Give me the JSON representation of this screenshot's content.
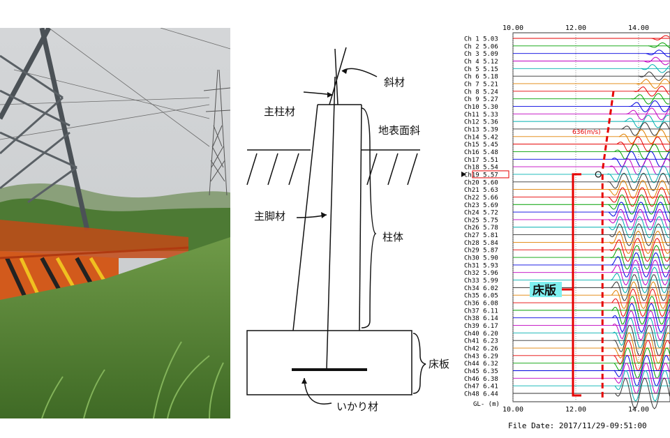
{
  "diagram": {
    "labels": {
      "diagonal": "斜材",
      "main_post": "主柱材",
      "ground_slope": "地表面斜",
      "main_leg": "主脚材",
      "column": "柱体",
      "slab": "床板",
      "anchor": "いかり材"
    }
  },
  "chart": {
    "file_date": "File Date: 2017/11/29-09:51:00",
    "gl_label": "GL- (m)",
    "velocity_label": "636(m/s)",
    "slab_label": "床版",
    "selected_channel": "Ch19",
    "colors": {
      "red": "#e60000",
      "cyan_label_bg": "#7ff0f0",
      "gridline": "#333333"
    }
  },
  "chart_data": {
    "type": "line",
    "x_ticks_top": [
      "10.00",
      "12.00",
      "14.00"
    ],
    "x_ticks_bottom": [
      "10.00",
      "12.00",
      "14.00"
    ],
    "xlim": [
      10.0,
      15.0
    ],
    "channels": [
      {
        "name": "Ch 1",
        "value": "5.03"
      },
      {
        "name": "Ch 2",
        "value": "5.06"
      },
      {
        "name": "Ch 3",
        "value": "5.09"
      },
      {
        "name": "Ch 4",
        "value": "5.12"
      },
      {
        "name": "Ch 5",
        "value": "5.15"
      },
      {
        "name": "Ch 6",
        "value": "5.18"
      },
      {
        "name": "Ch 7",
        "value": "5.21"
      },
      {
        "name": "Ch 8",
        "value": "5.24"
      },
      {
        "name": "Ch 9",
        "value": "5.27"
      },
      {
        "name": "Ch10",
        "value": "5.30"
      },
      {
        "name": "Ch11",
        "value": "5.33"
      },
      {
        "name": "Ch12",
        "value": "5.36"
      },
      {
        "name": "Ch13",
        "value": "5.39"
      },
      {
        "name": "Ch14",
        "value": "5.42"
      },
      {
        "name": "Ch15",
        "value": "5.45"
      },
      {
        "name": "Ch16",
        "value": "5.48"
      },
      {
        "name": "Ch17",
        "value": "5.51"
      },
      {
        "name": "Ch18",
        "value": "5.54"
      },
      {
        "name": "Ch19",
        "value": "5.57"
      },
      {
        "name": "Ch20",
        "value": "5.60"
      },
      {
        "name": "Ch21",
        "value": "5.63"
      },
      {
        "name": "Ch22",
        "value": "5.66"
      },
      {
        "name": "Ch23",
        "value": "5.69"
      },
      {
        "name": "Ch24",
        "value": "5.72"
      },
      {
        "name": "Ch25",
        "value": "5.75"
      },
      {
        "name": "Ch26",
        "value": "5.78"
      },
      {
        "name": "Ch27",
        "value": "5.81"
      },
      {
        "name": "Ch28",
        "value": "5.84"
      },
      {
        "name": "Ch29",
        "value": "5.87"
      },
      {
        "name": "Ch30",
        "value": "5.90"
      },
      {
        "name": "Ch31",
        "value": "5.93"
      },
      {
        "name": "Ch32",
        "value": "5.96"
      },
      {
        "name": "Ch33",
        "value": "5.99"
      },
      {
        "name": "Ch34",
        "value": "6.02"
      },
      {
        "name": "Ch35",
        "value": "6.05"
      },
      {
        "name": "Ch36",
        "value": "6.08"
      },
      {
        "name": "Ch37",
        "value": "6.11"
      },
      {
        "name": "Ch38",
        "value": "6.14"
      },
      {
        "name": "Ch39",
        "value": "6.17"
      },
      {
        "name": "Ch40",
        "value": "6.20"
      },
      {
        "name": "Ch41",
        "value": "6.23"
      },
      {
        "name": "Ch42",
        "value": "6.26"
      },
      {
        "name": "Ch43",
        "value": "6.29"
      },
      {
        "name": "Ch44",
        "value": "6.32"
      },
      {
        "name": "Ch45",
        "value": "6.35"
      },
      {
        "name": "Ch46",
        "value": "6.38"
      },
      {
        "name": "Ch47",
        "value": "6.41"
      },
      {
        "name": "Ch48",
        "value": "6.44"
      }
    ]
  }
}
